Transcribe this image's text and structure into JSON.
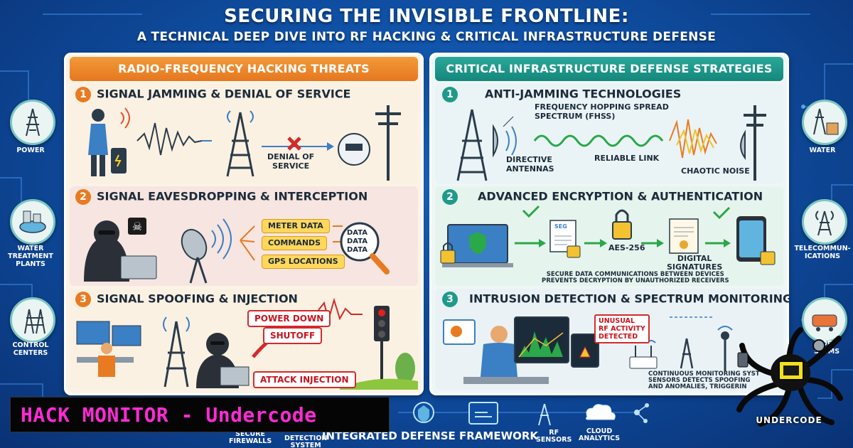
{
  "title": {
    "main": "SECURING THE INVISIBLE FRONTLINE:",
    "sub": "A TECHNICAL DEEP DIVE INTO RF HACKING & CRITICAL INFRASTRUCTURE DEFENSE"
  },
  "left_panel": {
    "header": "RADIO-FREQUENCY HACKING THREATS",
    "sections": [
      {
        "number": "1",
        "title": "SIGNAL JAMMING & DENIAL OF SERVICE",
        "labels": [
          "DENIAL OF",
          "SERVICE"
        ]
      },
      {
        "number": "2",
        "title": "SIGNAL EAVESDROPPING & INTERCEPTION",
        "items": [
          "METER DATA",
          "COMMANDS",
          "GPS LOCATIONS"
        ],
        "magnifier_text": [
          "DATA",
          "DATA",
          "DATA"
        ]
      },
      {
        "number": "3",
        "title": "SIGNAL SPOOFING & INJECTION",
        "items": [
          "POWER DOWN",
          "SHUTOFF",
          "ATTACK INJECTION"
        ]
      }
    ]
  },
  "right_panel": {
    "header": "CRITICAL INFRASTRUCTURE DEFENSE STRATEGIES",
    "sections": [
      {
        "number": "1",
        "title": "ANTI-JAMMING TECHNOLOGIES",
        "labels": [
          "FREQUENCY HOPPING SPREAD",
          "SPECTRUM (FHSS)",
          "DIRECTIVE",
          "ANTENNAS",
          "RELIABLE LINK",
          "CHAOTIC NOISE"
        ]
      },
      {
        "number": "2",
        "title": "ADVANCED ENCRYPTION & AUTHENTICATION",
        "labels": [
          "AES-256",
          "DIGITAL",
          "SIGNATURES"
        ],
        "doc_label": "SEG",
        "caption": [
          "SECURE DATA COMMUNICATIONS BETWEEN DEVICES",
          "PREVENTS DECRYPTION BY UNAUTHORIZED RECEIVERS"
        ]
      },
      {
        "number": "3",
        "title": "INTRUSION DETECTION & SPECTRUM MONITORING",
        "alert": [
          "UNUSUAL",
          "RF ACTIVITY",
          "DETECTED"
        ],
        "caption": [
          "CONTINUOUS MONITORING SYST",
          "SENSORS DETECTS SPOOFING",
          "AND ANOMALIES, TRIGGERIN"
        ]
      }
    ]
  },
  "side_left": [
    "POWER",
    "WATER\nTREATMENT\nPLANTS",
    "CONTROL\nCENTERS"
  ],
  "side_right": [
    "WATER",
    "TELECOMMUN-\nICATIONS",
    "PORT\nSTEMS"
  ],
  "bottom": {
    "framework": "INTEGRATED DEFENSE FRAMEWORK",
    "items": [
      "SECURE\nFIREWALLS",
      "DETECTION\nSYSTEM",
      "RF\nSENSORS",
      "CLOUD\nANALYTICS"
    ]
  },
  "overlay": {
    "banner": "HACK MONITOR - Undercode",
    "logo": "UNDERCODE"
  },
  "colors": {
    "orange": "#e87b22",
    "teal": "#1f9a8a",
    "magenta": "#ff2bd6",
    "background": "#0f4fa3"
  }
}
